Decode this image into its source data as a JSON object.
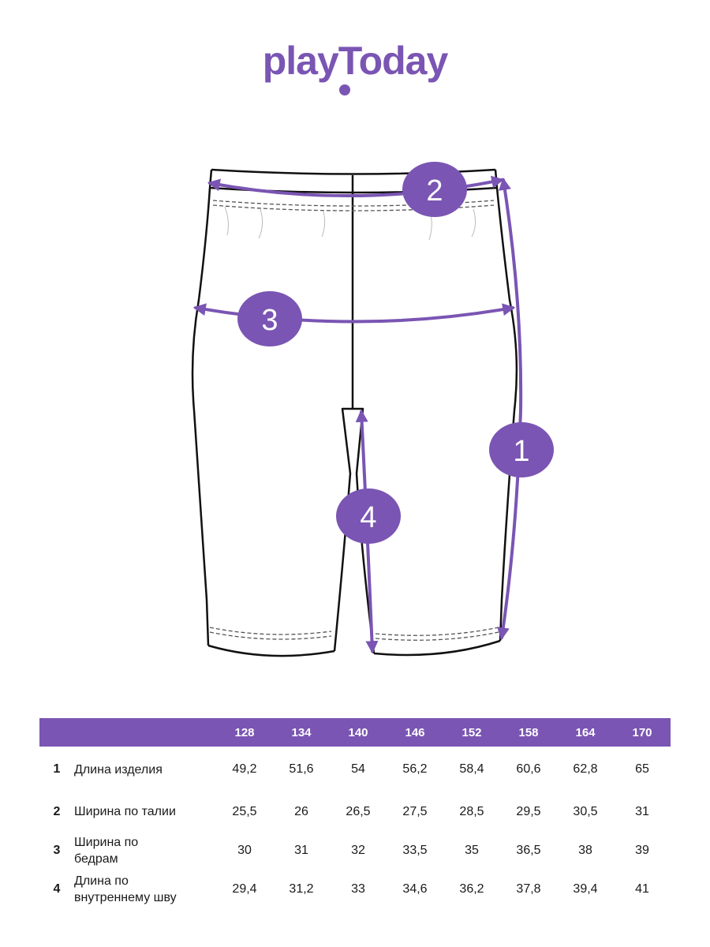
{
  "brand": {
    "logo_text": "playToday",
    "color": "#7a55b3"
  },
  "diagram": {
    "markers": [
      {
        "id": "1",
        "label": "1"
      },
      {
        "id": "2",
        "label": "2"
      },
      {
        "id": "3",
        "label": "3"
      },
      {
        "id": "4",
        "label": "4"
      }
    ],
    "accent_color": "#7a55b3"
  },
  "table": {
    "sizes": [
      "128",
      "134",
      "140",
      "146",
      "152",
      "158",
      "164",
      "170"
    ],
    "rows": [
      {
        "index": "1",
        "name": "Длина изделия",
        "values": [
          "49,2",
          "51,6",
          "54",
          "56,2",
          "58,4",
          "60,6",
          "62,8",
          "65"
        ]
      },
      {
        "index": "2",
        "name": "Ширина по талии",
        "values": [
          "25,5",
          "26",
          "26,5",
          "27,5",
          "28,5",
          "29,5",
          "30,5",
          "31"
        ]
      },
      {
        "index": "3",
        "name_line1": "Ширина по",
        "name_line2": "бедрам",
        "values": [
          "30",
          "31",
          "32",
          "33,5",
          "35",
          "36,5",
          "38",
          "39"
        ]
      },
      {
        "index": "4",
        "name_line1": "Длина по",
        "name_line2": "внутреннему шву",
        "values": [
          "29,4",
          "31,2",
          "33",
          "34,6",
          "36,2",
          "37,8",
          "39,4",
          "41"
        ]
      }
    ]
  }
}
